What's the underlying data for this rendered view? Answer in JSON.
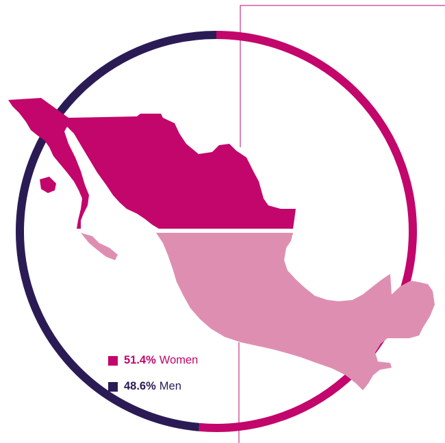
{
  "chart_data": {
    "type": "pie",
    "title": "",
    "series": [
      {
        "name": "Women",
        "value": 51.4,
        "color": "#c2066c"
      },
      {
        "name": "Men",
        "value": 48.6,
        "color": "#2b1b55"
      }
    ],
    "legend_placement": "bottom-left",
    "legend": [
      {
        "pct_label": "51.4%",
        "label": "Women",
        "color": "#c2066c"
      },
      {
        "pct_label": "48.6%",
        "label": "Men",
        "color": "#2b1b55"
      }
    ],
    "illustration": "map-of-mexico-split-in-two-colors"
  },
  "colors": {
    "women": "#c2066c",
    "women_light": "#de8fb1",
    "men": "#2b1b55",
    "leader_line": "#c2066c"
  }
}
